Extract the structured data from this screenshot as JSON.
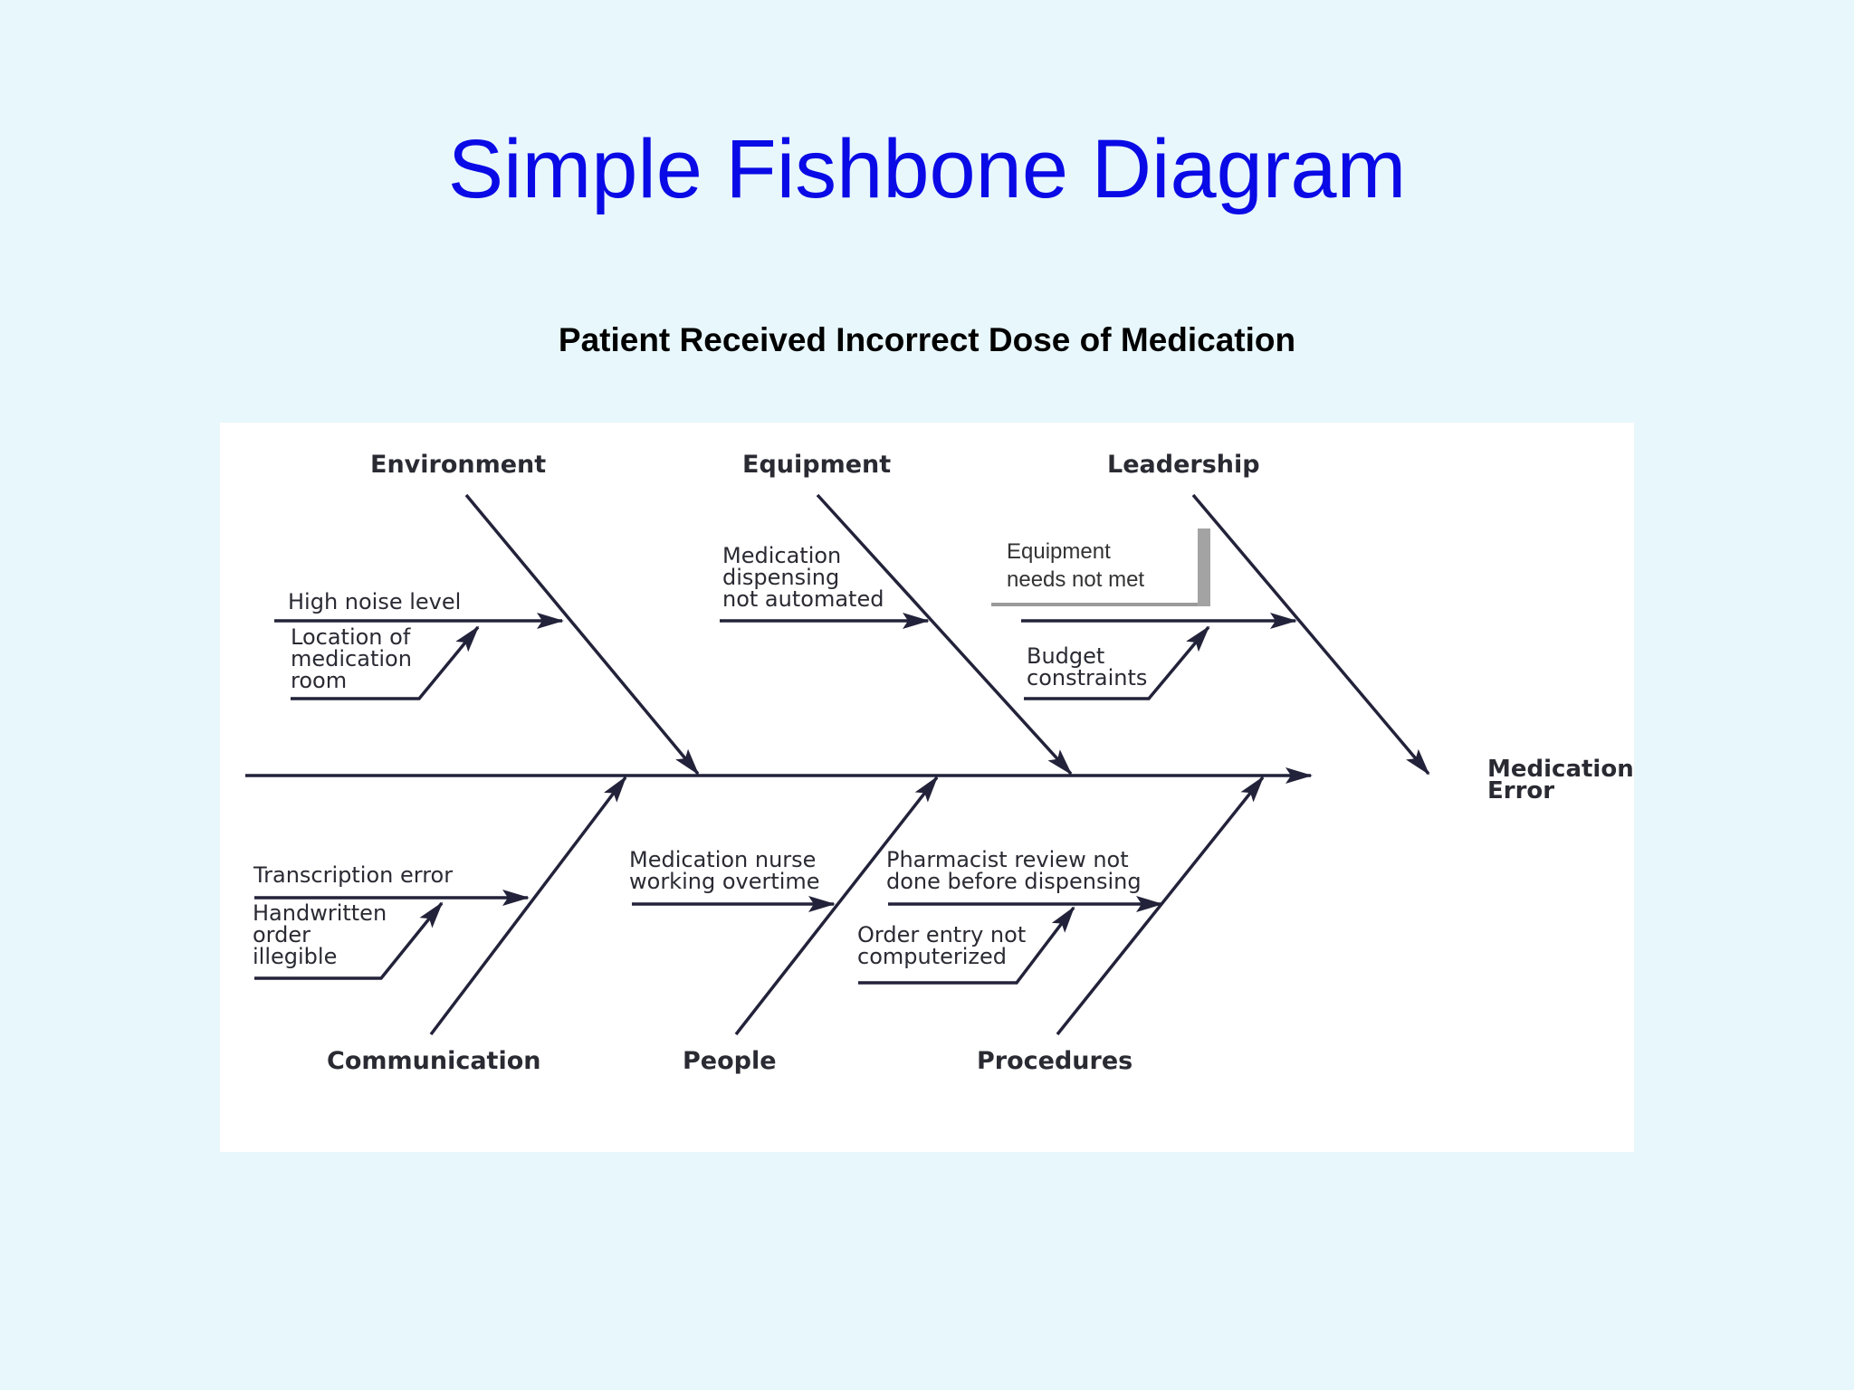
{
  "slide": {
    "title": "Simple Fishbone Diagram",
    "subtitle": "Patient  Received Incorrect Dose of Medication"
  },
  "diagram": {
    "effect": "Medication\nError",
    "categories": {
      "environment": "Environment",
      "equipment": "Equipment",
      "leadership": "Leadership",
      "communication": "Communication",
      "people": "People",
      "procedures": "Procedures"
    },
    "causes": {
      "high_noise": "High noise level",
      "location_room": "Location of\nmedication\nroom",
      "dispensing_not_automated": "Medication\ndispensing\nnot automated",
      "equipment_needs": "Equipment\nneeds not met",
      "budget": "Budget\nconstraints",
      "transcription": "Transcription error",
      "handwritten": "Handwritten\norder\nillegible",
      "nurse_overtime": "Medication nurse\nworking overtime",
      "pharmacist_review": "Pharmacist review not\ndone before dispensing",
      "order_entry": "Order entry not\ncomputerized"
    }
  },
  "colors": {
    "title": "#0a0ae6",
    "background": "#e8f7fc",
    "panel": "#ffffff",
    "line": "#22223a"
  }
}
